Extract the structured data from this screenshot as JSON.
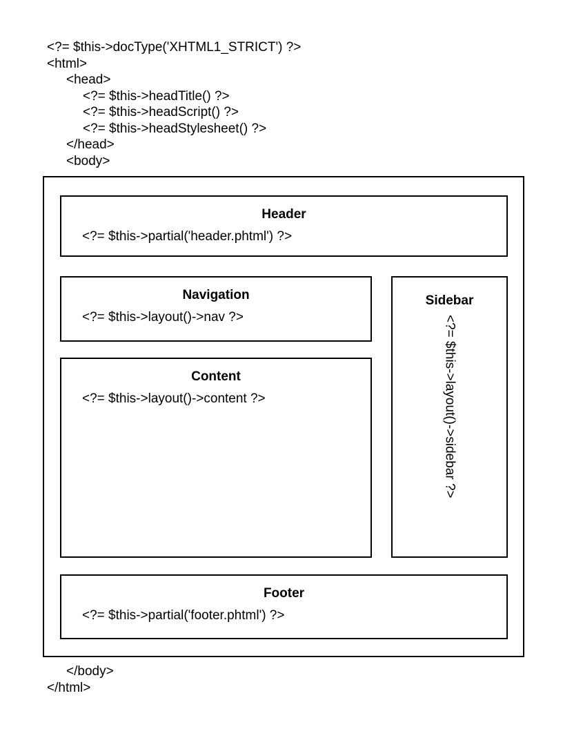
{
  "diagram": {
    "background_color": "#ffffff",
    "border_color": "#000000",
    "text_color": "#000000"
  },
  "code_top": {
    "lines": [
      {
        "indent": 0,
        "text": "<?= $this->docType('XHTML1_STRICT') ?>"
      },
      {
        "indent": 0,
        "text": "<html>"
      },
      {
        "indent": 1,
        "text": "<head>"
      },
      {
        "indent": 2,
        "text": "<?= $this->headTitle() ?>"
      },
      {
        "indent": 2,
        "text": "<?= $this->headScript() ?>"
      },
      {
        "indent": 2,
        "text": "<?= $this->headStylesheet() ?>"
      },
      {
        "indent": 1,
        "text": "</head>"
      },
      {
        "indent": 1,
        "text": "<body>"
      }
    ]
  },
  "boxes": {
    "header": {
      "title": "Header",
      "code": "<?= $this->partial('header.phtml') ?>"
    },
    "navigation": {
      "title": "Navigation",
      "code": "<?= $this->layout()->nav ?>"
    },
    "sidebar": {
      "title": "Sidebar",
      "code": "<?= $this->layout()->sidebar ?>"
    },
    "content": {
      "title": "Content",
      "code": "<?= $this->layout()->content ?>"
    },
    "footer": {
      "title": "Footer",
      "code": "<?= $this->partial('footer.phtml') ?>"
    }
  },
  "code_bottom": {
    "lines": [
      {
        "indent": 1,
        "text": "</body>"
      },
      {
        "indent": 0,
        "text": "</html>"
      }
    ]
  }
}
